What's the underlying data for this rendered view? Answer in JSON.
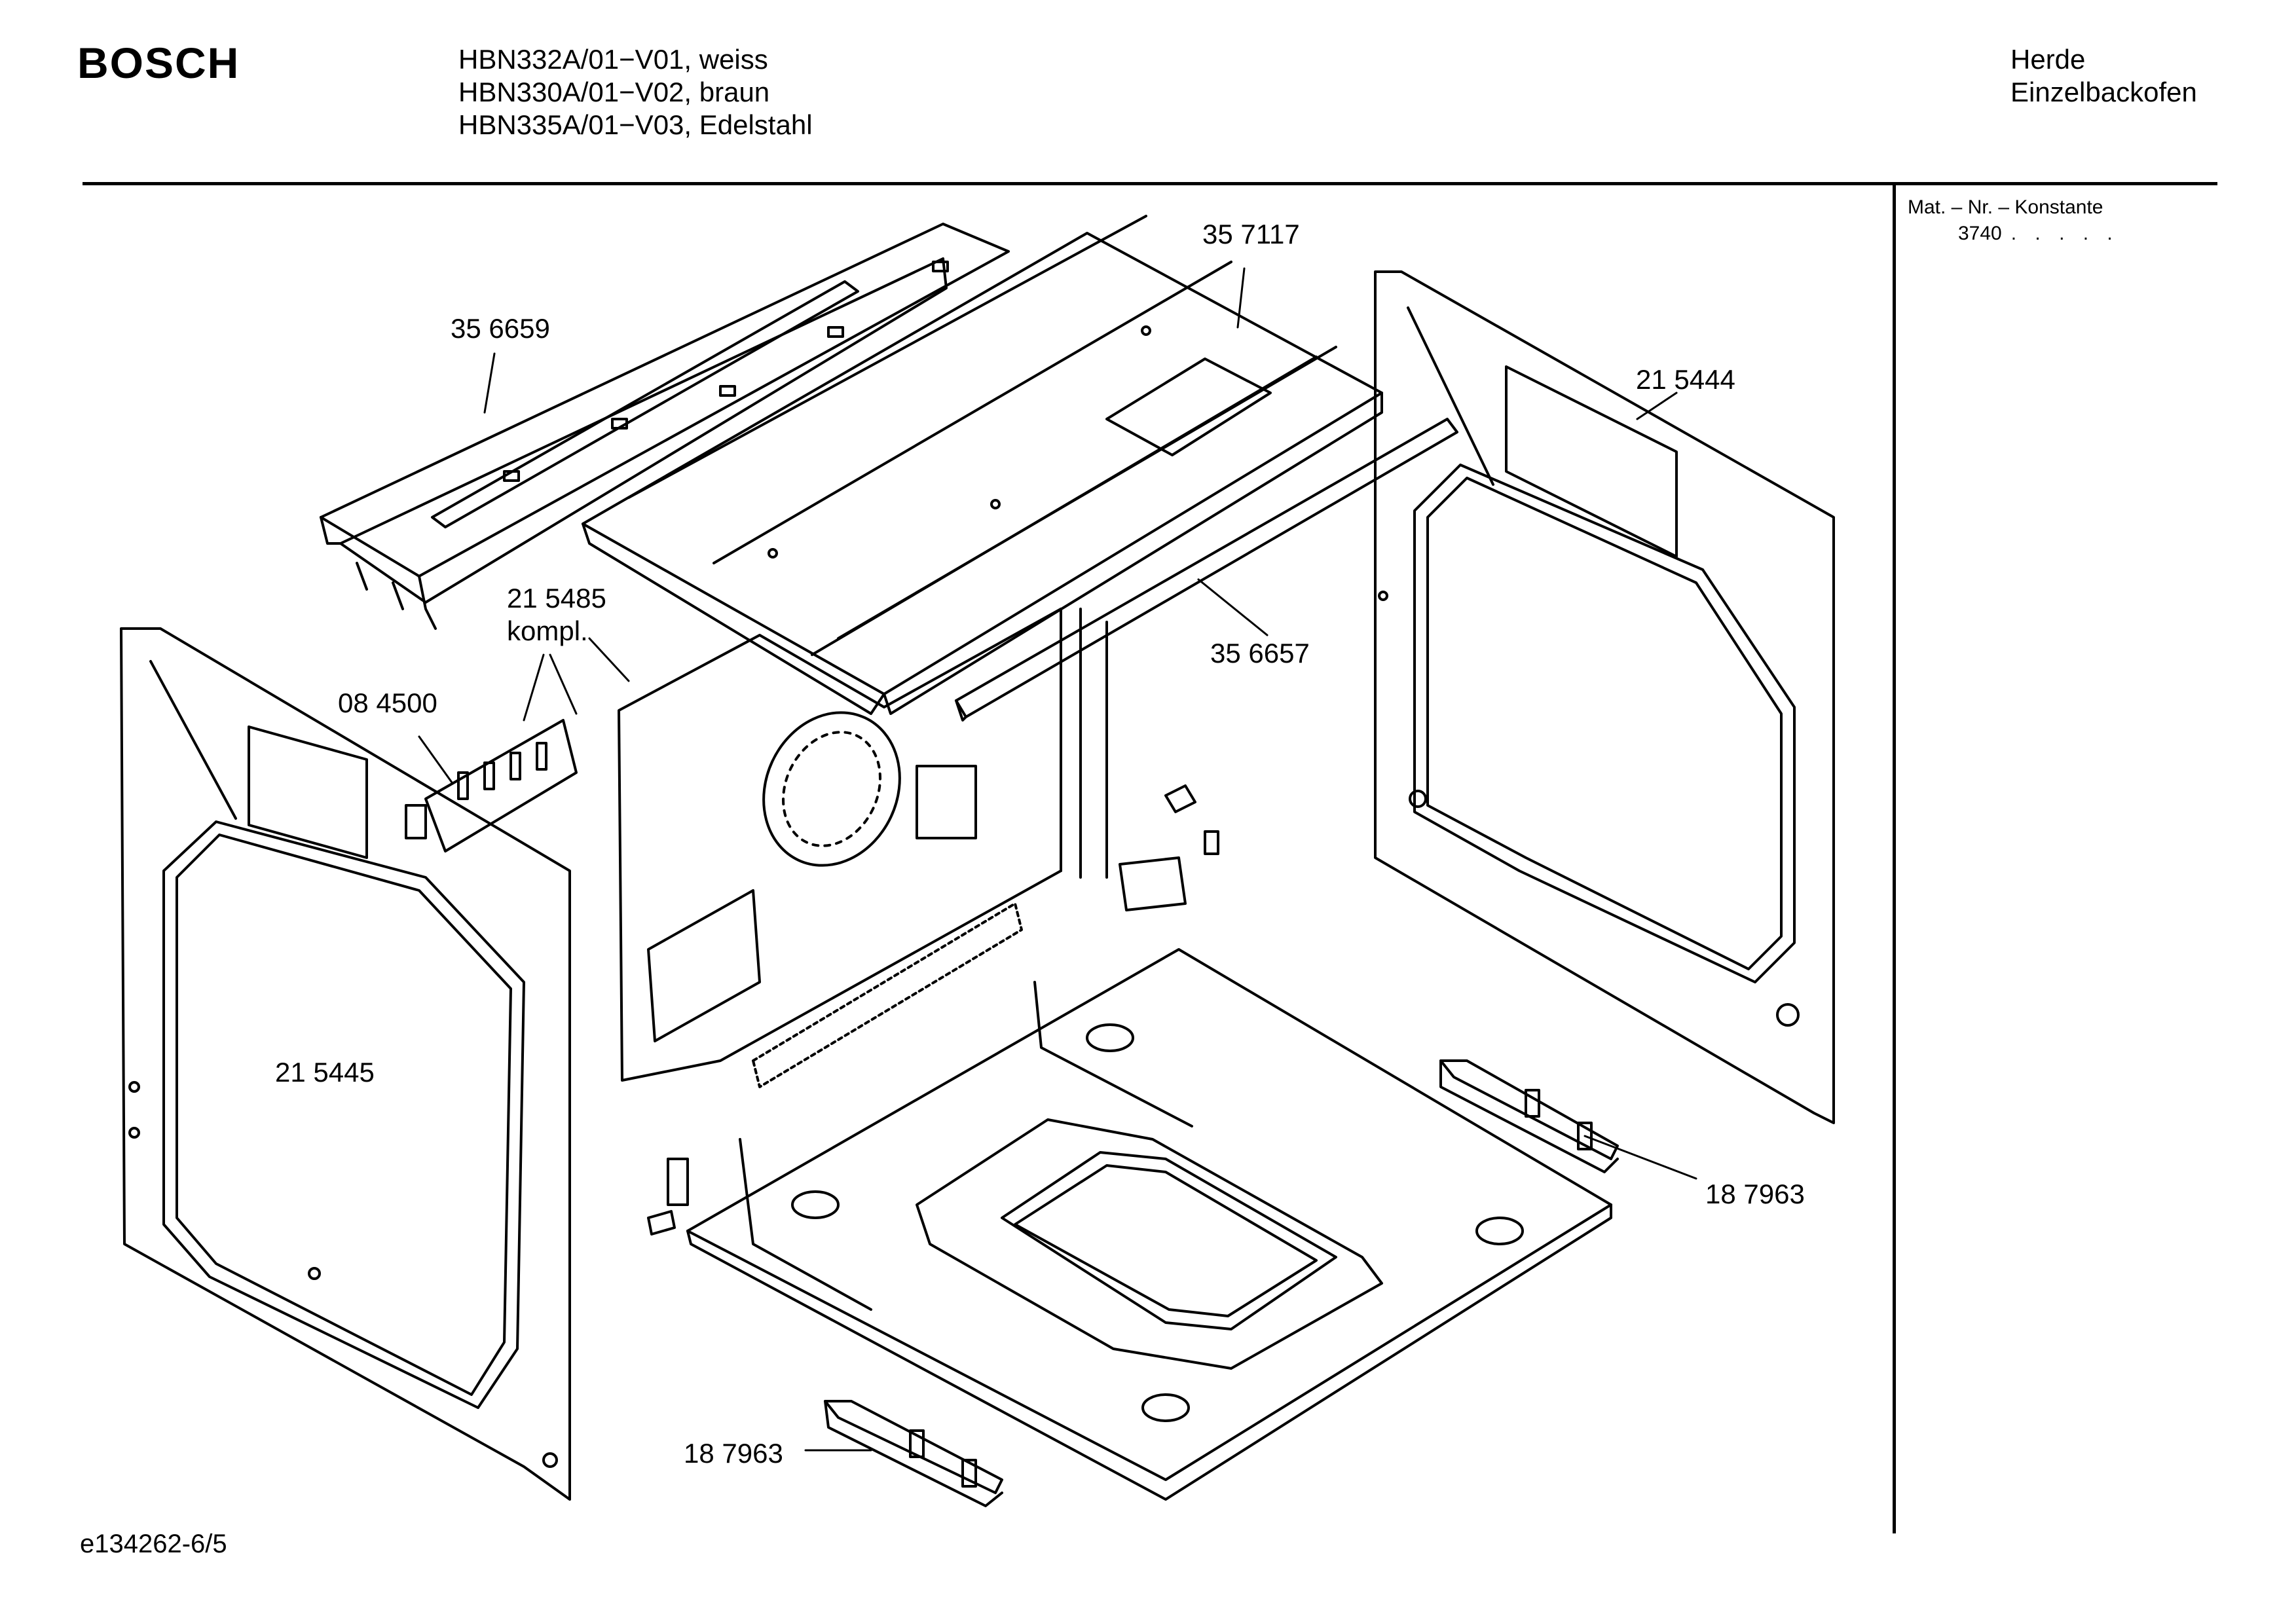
{
  "header": {
    "brand": "BOSCH",
    "models": [
      "HBN332A/01−V01, weiss",
      "HBN330A/01−V02, braun",
      "HBN335A/01−V03, Edelstahl"
    ],
    "category": [
      "Herde",
      "Einzelbackofen"
    ]
  },
  "sidebar": {
    "mat_label": "Mat. – Nr. – Konstante",
    "mat_value": "3740",
    "mat_dots": ". . . . ."
  },
  "parts": [
    {
      "label": "35 6659"
    },
    {
      "label": "35  7117"
    },
    {
      "label": "21 5444"
    },
    {
      "label": "21 5485"
    },
    {
      "label": "kompl."
    },
    {
      "label": "35 6657"
    },
    {
      "label": "08 4500"
    },
    {
      "label": "21 5445"
    },
    {
      "label": "18 7963"
    },
    {
      "label": "18 7963"
    }
  ],
  "footer": {
    "drawing_id": "e134262-6/5"
  }
}
